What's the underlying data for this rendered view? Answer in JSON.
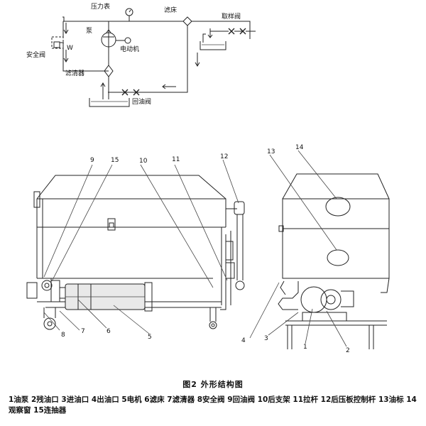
{
  "schematic": {
    "pressure_gauge": "压力表",
    "filter_bed": "滤床",
    "sampling_valve": "取样阀",
    "pump": "泵",
    "safety_valve": "安全阀",
    "valve_mark": "W",
    "motor": "电动机",
    "filter": "滤清器",
    "return_valve": "回油阀"
  },
  "callouts": {
    "n1": "1",
    "n2": "2",
    "n3": "3",
    "n4": "4",
    "n5": "5",
    "n6": "6",
    "n7": "7",
    "n8": "8",
    "n9": "9",
    "n10": "10",
    "n11": "11",
    "n12": "12",
    "n13": "13",
    "n14": "14",
    "n15": "15"
  },
  "figure": {
    "caption": "图2    外形结构图",
    "legend": "1油泵 2残油口 3进油口 4出油口 5电机 6滤床 7滤清器 8安全阀 9回油阀 10后支架 11拉杆 12后压板控制杆 13油标 14观察窗 15连抽器"
  }
}
